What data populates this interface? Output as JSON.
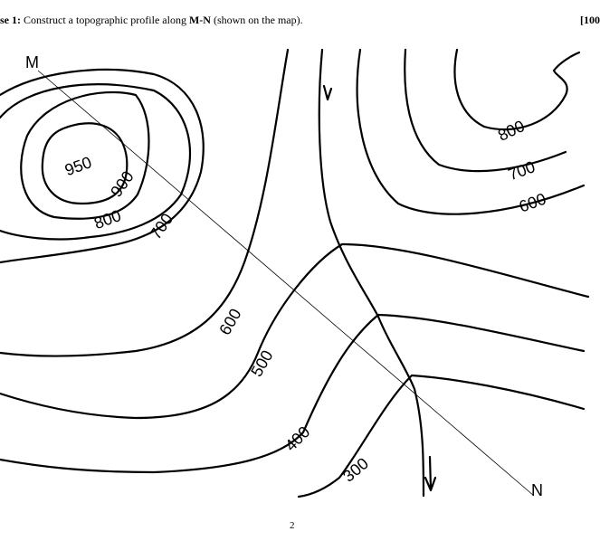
{
  "question": {
    "prefix": "se 1:",
    "text": " Construct a topographic profile along ",
    "bold": "M-N",
    "suffix": " (shown on the map).",
    "marks": "[100"
  },
  "map": {
    "point_start": "M",
    "point_end": "N",
    "contour_labels": [
      "950",
      "900",
      "800",
      "700",
      "600",
      "500",
      "400",
      "300",
      "800",
      "700",
      "600"
    ]
  },
  "page_number": "2"
}
